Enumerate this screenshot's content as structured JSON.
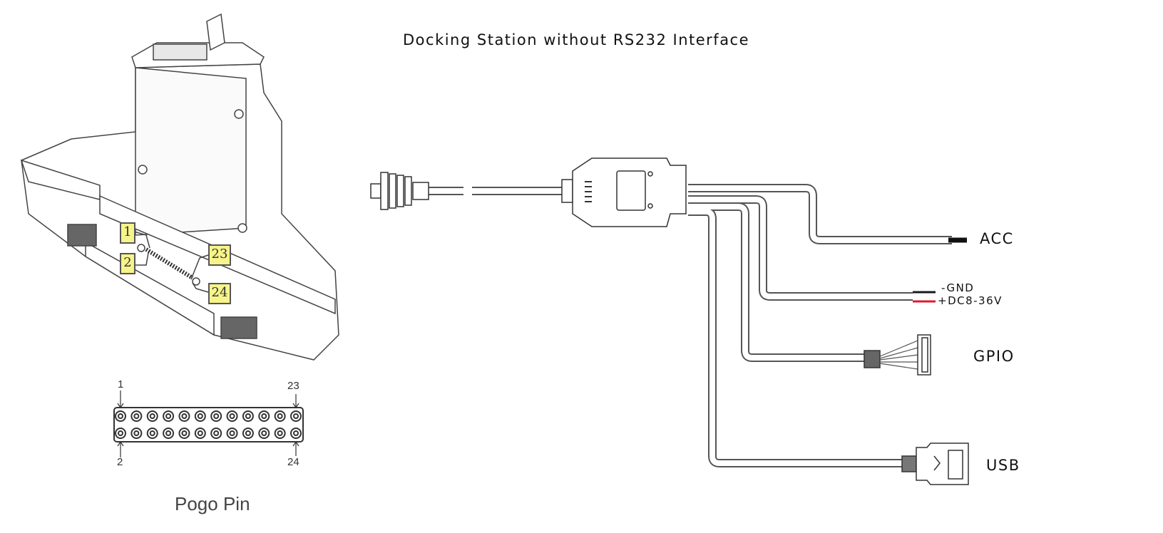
{
  "title": "Docking Station without RS232 Interface",
  "outputs": {
    "acc": "ACC",
    "gnd": "-GND",
    "dc": "+DC8-36V",
    "gpio": "GPIO",
    "usb": "USB"
  },
  "callouts": [
    "1",
    "2",
    "23",
    "24"
  ],
  "pogo": {
    "label": "Pogo Pin",
    "pin_top_left": "1",
    "pin_top_right": "23",
    "pin_bottom_left": "2",
    "pin_bottom_right": "24",
    "columns": 12
  },
  "colors": {
    "gnd_wire": "#1a1a1a",
    "dc_wire": "#e0182d",
    "callout_fill": "#f6f48a"
  }
}
